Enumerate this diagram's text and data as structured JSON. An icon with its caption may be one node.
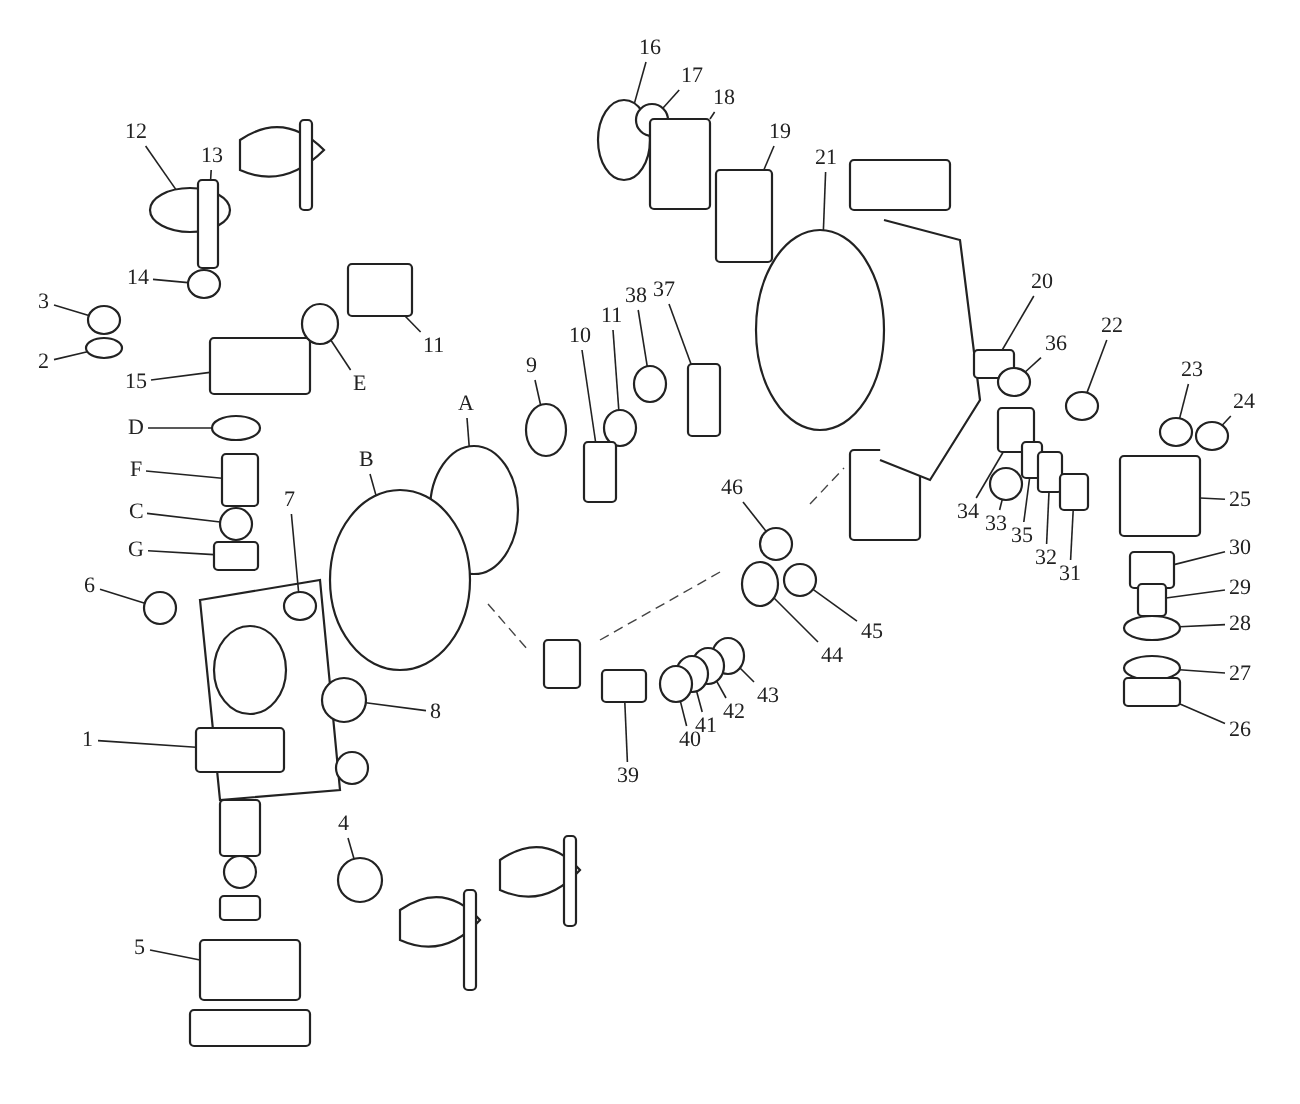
{
  "diagram": {
    "nodes": [
      {
        "text": [
          "16"
        ]
      },
      {
        "text": [
          "17"
        ]
      },
      {
        "text": [
          "18"
        ]
      },
      {
        "text": [
          "12"
        ]
      },
      {
        "text": [
          "19"
        ]
      },
      {
        "text": [
          "13"
        ]
      },
      {
        "text": [
          "21"
        ]
      },
      {
        "text": [
          "14"
        ]
      },
      {
        "text": [
          "20"
        ]
      },
      {
        "text": [
          "3"
        ]
      },
      {
        "text": [
          "22"
        ]
      },
      {
        "text": [
          "37"
        ]
      },
      {
        "text": [
          "38"
        ]
      },
      {
        "text": [
          "11"
        ]
      },
      {
        "text": [
          "11"
        ]
      },
      {
        "text": [
          "10"
        ]
      },
      {
        "text": [
          "36"
        ]
      },
      {
        "text": [
          "2"
        ]
      },
      {
        "text": [
          "23"
        ]
      },
      {
        "text": [
          "9"
        ]
      },
      {
        "text": [
          "15"
        ]
      },
      {
        "text": [
          "E"
        ]
      },
      {
        "text": [
          "24"
        ]
      },
      {
        "text": [
          "A"
        ]
      },
      {
        "text": [
          "D"
        ]
      },
      {
        "text": [
          "B"
        ]
      },
      {
        "text": [
          "F"
        ]
      },
      {
        "text": [
          "7"
        ]
      },
      {
        "text": [
          "25"
        ]
      },
      {
        "text": [
          "46"
        ]
      },
      {
        "text": [
          "C"
        ]
      },
      {
        "text": [
          "34"
        ]
      },
      {
        "text": [
          "33"
        ]
      },
      {
        "text": [
          "35"
        ]
      },
      {
        "text": [
          "30"
        ]
      },
      {
        "text": [
          "G"
        ]
      },
      {
        "text": [
          "32"
        ]
      },
      {
        "text": [
          "31"
        ]
      },
      {
        "text": [
          "6"
        ]
      },
      {
        "text": [
          "29"
        ]
      },
      {
        "text": [
          "28"
        ]
      },
      {
        "text": [
          "45"
        ]
      },
      {
        "text": [
          "44"
        ]
      },
      {
        "text": [
          "27"
        ]
      },
      {
        "text": [
          "43"
        ]
      },
      {
        "text": [
          "8"
        ]
      },
      {
        "text": [
          "42"
        ]
      },
      {
        "text": [
          "41"
        ]
      },
      {
        "text": [
          "26"
        ]
      },
      {
        "text": [
          "40"
        ]
      },
      {
        "text": [
          "1"
        ]
      },
      {
        "text": [
          "39"
        ]
      },
      {
        "text": [
          "4"
        ]
      },
      {
        "text": [
          "5"
        ]
      },
      {
        "text": [],
        "shape": "circle"
      },
      {
        "text": [],
        "shape": "circle"
      },
      {
        "text": [],
        "shape": "box"
      },
      {
        "text": [],
        "shape": "circle"
      },
      {
        "text": [],
        "shape": "box"
      },
      {
        "text": [],
        "shape": "box"
      },
      {
        "text": [],
        "shape": "circle"
      },
      {
        "text": [],
        "shape": "circle"
      },
      {
        "text": [],
        "shape": "box"
      },
      {
        "text": [],
        "shape": "circle"
      },
      {
        "text": [],
        "shape": "circle"
      },
      {
        "text": [],
        "shape": "box"
      },
      {
        "text": [],
        "shape": "circle"
      },
      {
        "text": [],
        "shape": "box"
      },
      {
        "text": [],
        "shape": "circle"
      },
      {
        "text": [],
        "shape": "box"
      },
      {
        "text": [],
        "shape": "circle"
      },
      {
        "text": [],
        "shape": "circle"
      },
      {
        "text": [],
        "shape": "circle"
      },
      {
        "text": [],
        "shape": "circle"
      },
      {
        "text": [],
        "shape": "box"
      },
      {
        "text": [],
        "shape": "circle"
      },
      {
        "text": [],
        "shape": "circle"
      },
      {
        "text": [],
        "shape": "circle"
      },
      {
        "text": [],
        "shape": "circle"
      },
      {
        "text": [],
        "shape": "circle"
      },
      {
        "text": [],
        "shape": "box"
      },
      {
        "text": [],
        "shape": "circle"
      },
      {
        "text": [],
        "shape": "box"
      },
      {
        "text": [],
        "shape": "circle"
      },
      {
        "text": [],
        "shape": "circle"
      },
      {
        "text": [],
        "shape": "box"
      },
      {
        "text": [],
        "shape": "circle"
      },
      {
        "text": [],
        "shape": "box"
      },
      {
        "text": [],
        "shape": "box"
      },
      {
        "text": [],
        "shape": "box"
      },
      {
        "text": [],
        "shape": "box"
      },
      {
        "text": [],
        "shape": "box"
      },
      {
        "text": [],
        "shape": "circle"
      },
      {
        "text": [],
        "shape": "box"
      },
      {
        "text": [],
        "shape": "circle"
      },
      {
        "text": [],
        "shape": "circle"
      },
      {
        "text": [],
        "shape": "circle"
      },
      {
        "text": [],
        "shape": "circle"
      },
      {
        "text": [],
        "shape": "circle"
      },
      {
        "text": [],
        "shape": "circle"
      },
      {
        "text": [],
        "shape": "circle"
      },
      {
        "text": [],
        "shape": "circle"
      },
      {
        "text": [],
        "shape": "box"
      },
      {
        "text": [],
        "shape": "circle"
      },
      {
        "text": [],
        "shape": "box"
      },
      {
        "text": [],
        "shape": "box"
      },
      {
        "text": [],
        "shape": "circle"
      },
      {
        "text": [],
        "shape": "box"
      }
    ],
    "edges": [
      {
        "from": 0,
        "to": 54,
        "arrow": "none"
      },
      {
        "from": 1,
        "to": 55,
        "arrow": "none"
      },
      {
        "from": 2,
        "to": 56,
        "arrow": "none"
      },
      {
        "from": 3,
        "to": 57,
        "arrow": "none"
      },
      {
        "from": 4,
        "to": 58,
        "arrow": "none"
      },
      {
        "from": 5,
        "to": 59,
        "arrow": "none"
      },
      {
        "from": 6,
        "to": 60,
        "arrow": "none"
      },
      {
        "from": 7,
        "to": 61,
        "arrow": "none"
      },
      {
        "from": 8,
        "to": 62,
        "arrow": "none"
      },
      {
        "from": 9,
        "to": 63,
        "arrow": "none"
      },
      {
        "from": 10,
        "to": 64,
        "arrow": "none"
      },
      {
        "from": 11,
        "to": 65,
        "arrow": "none"
      },
      {
        "from": 12,
        "to": 66,
        "arrow": "none"
      },
      {
        "from": 13,
        "to": 67,
        "arrow": "none"
      },
      {
        "from": 14,
        "to": 68,
        "arrow": "none"
      },
      {
        "from": 15,
        "to": 69,
        "arrow": "none"
      },
      {
        "from": 16,
        "to": 70,
        "arrow": "none"
      },
      {
        "from": 17,
        "to": 71,
        "arrow": "none"
      },
      {
        "from": 18,
        "to": 72,
        "arrow": "none"
      },
      {
        "from": 19,
        "to": 73,
        "arrow": "none"
      },
      {
        "from": 20,
        "to": 74,
        "arrow": "none"
      },
      {
        "from": 21,
        "to": 75,
        "arrow": "none"
      },
      {
        "from": 22,
        "to": 76,
        "arrow": "none"
      },
      {
        "from": 23,
        "to": 77,
        "arrow": "none"
      },
      {
        "from": 24,
        "to": 78,
        "arrow": "none"
      },
      {
        "from": 25,
        "to": 79,
        "arrow": "none"
      },
      {
        "from": 26,
        "to": 80,
        "arrow": "none"
      },
      {
        "from": 27,
        "to": 81,
        "arrow": "none"
      },
      {
        "from": 28,
        "to": 82,
        "arrow": "none"
      },
      {
        "from": 29,
        "to": 83,
        "arrow": "none"
      },
      {
        "from": 30,
        "to": 84,
        "arrow": "none"
      },
      {
        "from": 31,
        "to": 85,
        "arrow": "none"
      },
      {
        "from": 32,
        "to": 86,
        "arrow": "none"
      },
      {
        "from": 33,
        "to": 87,
        "arrow": "none"
      },
      {
        "from": 34,
        "to": 88,
        "arrow": "none"
      },
      {
        "from": 35,
        "to": 89,
        "arrow": "none"
      },
      {
        "from": 36,
        "to": 90,
        "arrow": "none"
      },
      {
        "from": 37,
        "to": 91,
        "arrow": "none"
      },
      {
        "from": 38,
        "to": 92,
        "arrow": "none"
      },
      {
        "from": 39,
        "to": 93,
        "arrow": "none"
      },
      {
        "from": 40,
        "to": 94,
        "arrow": "none"
      },
      {
        "from": 41,
        "to": 95,
        "arrow": "none"
      },
      {
        "from": 42,
        "to": 96,
        "arrow": "none"
      },
      {
        "from": 43,
        "to": 97,
        "arrow": "none"
      },
      {
        "from": 44,
        "to": 98,
        "arrow": "none"
      },
      {
        "from": 45,
        "to": 99,
        "arrow": "none"
      },
      {
        "from": 46,
        "to": 100,
        "arrow": "none"
      },
      {
        "from": 47,
        "to": 101,
        "arrow": "none"
      },
      {
        "from": 48,
        "to": 102,
        "arrow": "none"
      },
      {
        "from": 49,
        "to": 103,
        "arrow": "none"
      },
      {
        "from": 50,
        "to": 104,
        "arrow": "none"
      },
      {
        "from": 51,
        "to": 105,
        "arrow": "none"
      },
      {
        "from": 52,
        "to": 106,
        "arrow": "none"
      },
      {
        "from": 53,
        "to": 107,
        "arrow": "none"
      }
    ]
  }
}
